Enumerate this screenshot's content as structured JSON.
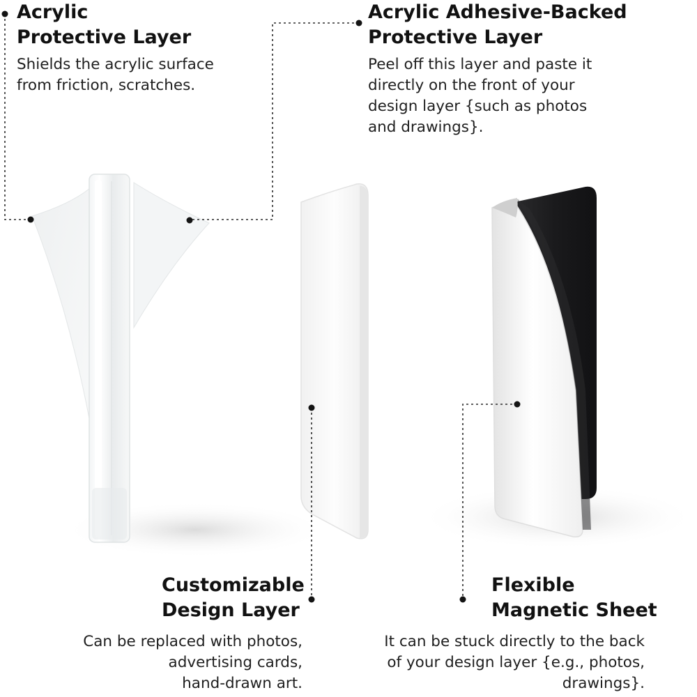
{
  "callouts": {
    "acrylic_protective": {
      "title": [
        "Acrylic",
        "Protective Layer"
      ],
      "description": [
        "Shields the acrylic surface",
        "from friction, scratches."
      ]
    },
    "adhesive_backed": {
      "title": [
        "Acrylic Adhesive-Backed",
        "Protective Layer"
      ],
      "description": [
        "Peel off this layer and paste it",
        "directly on the front of your",
        "design layer {such as photos",
        "and drawings}."
      ]
    },
    "design_layer": {
      "title": [
        "Customizable",
        "Design Layer"
      ],
      "description": [
        "Can be replaced with photos,",
        "advertising cards,",
        "hand-drawn art."
      ]
    },
    "magnetic_sheet": {
      "title": [
        "Flexible",
        "Magnetic Sheet"
      ],
      "description": [
        "It can be stuck directly to the back",
        "of your design layer {e.g., photos,",
        "drawings}."
      ]
    }
  },
  "colors": {
    "text": "#111111",
    "leader_line": "#2b2b2b",
    "magnet": "#1c1c1e",
    "background": "#ffffff"
  }
}
